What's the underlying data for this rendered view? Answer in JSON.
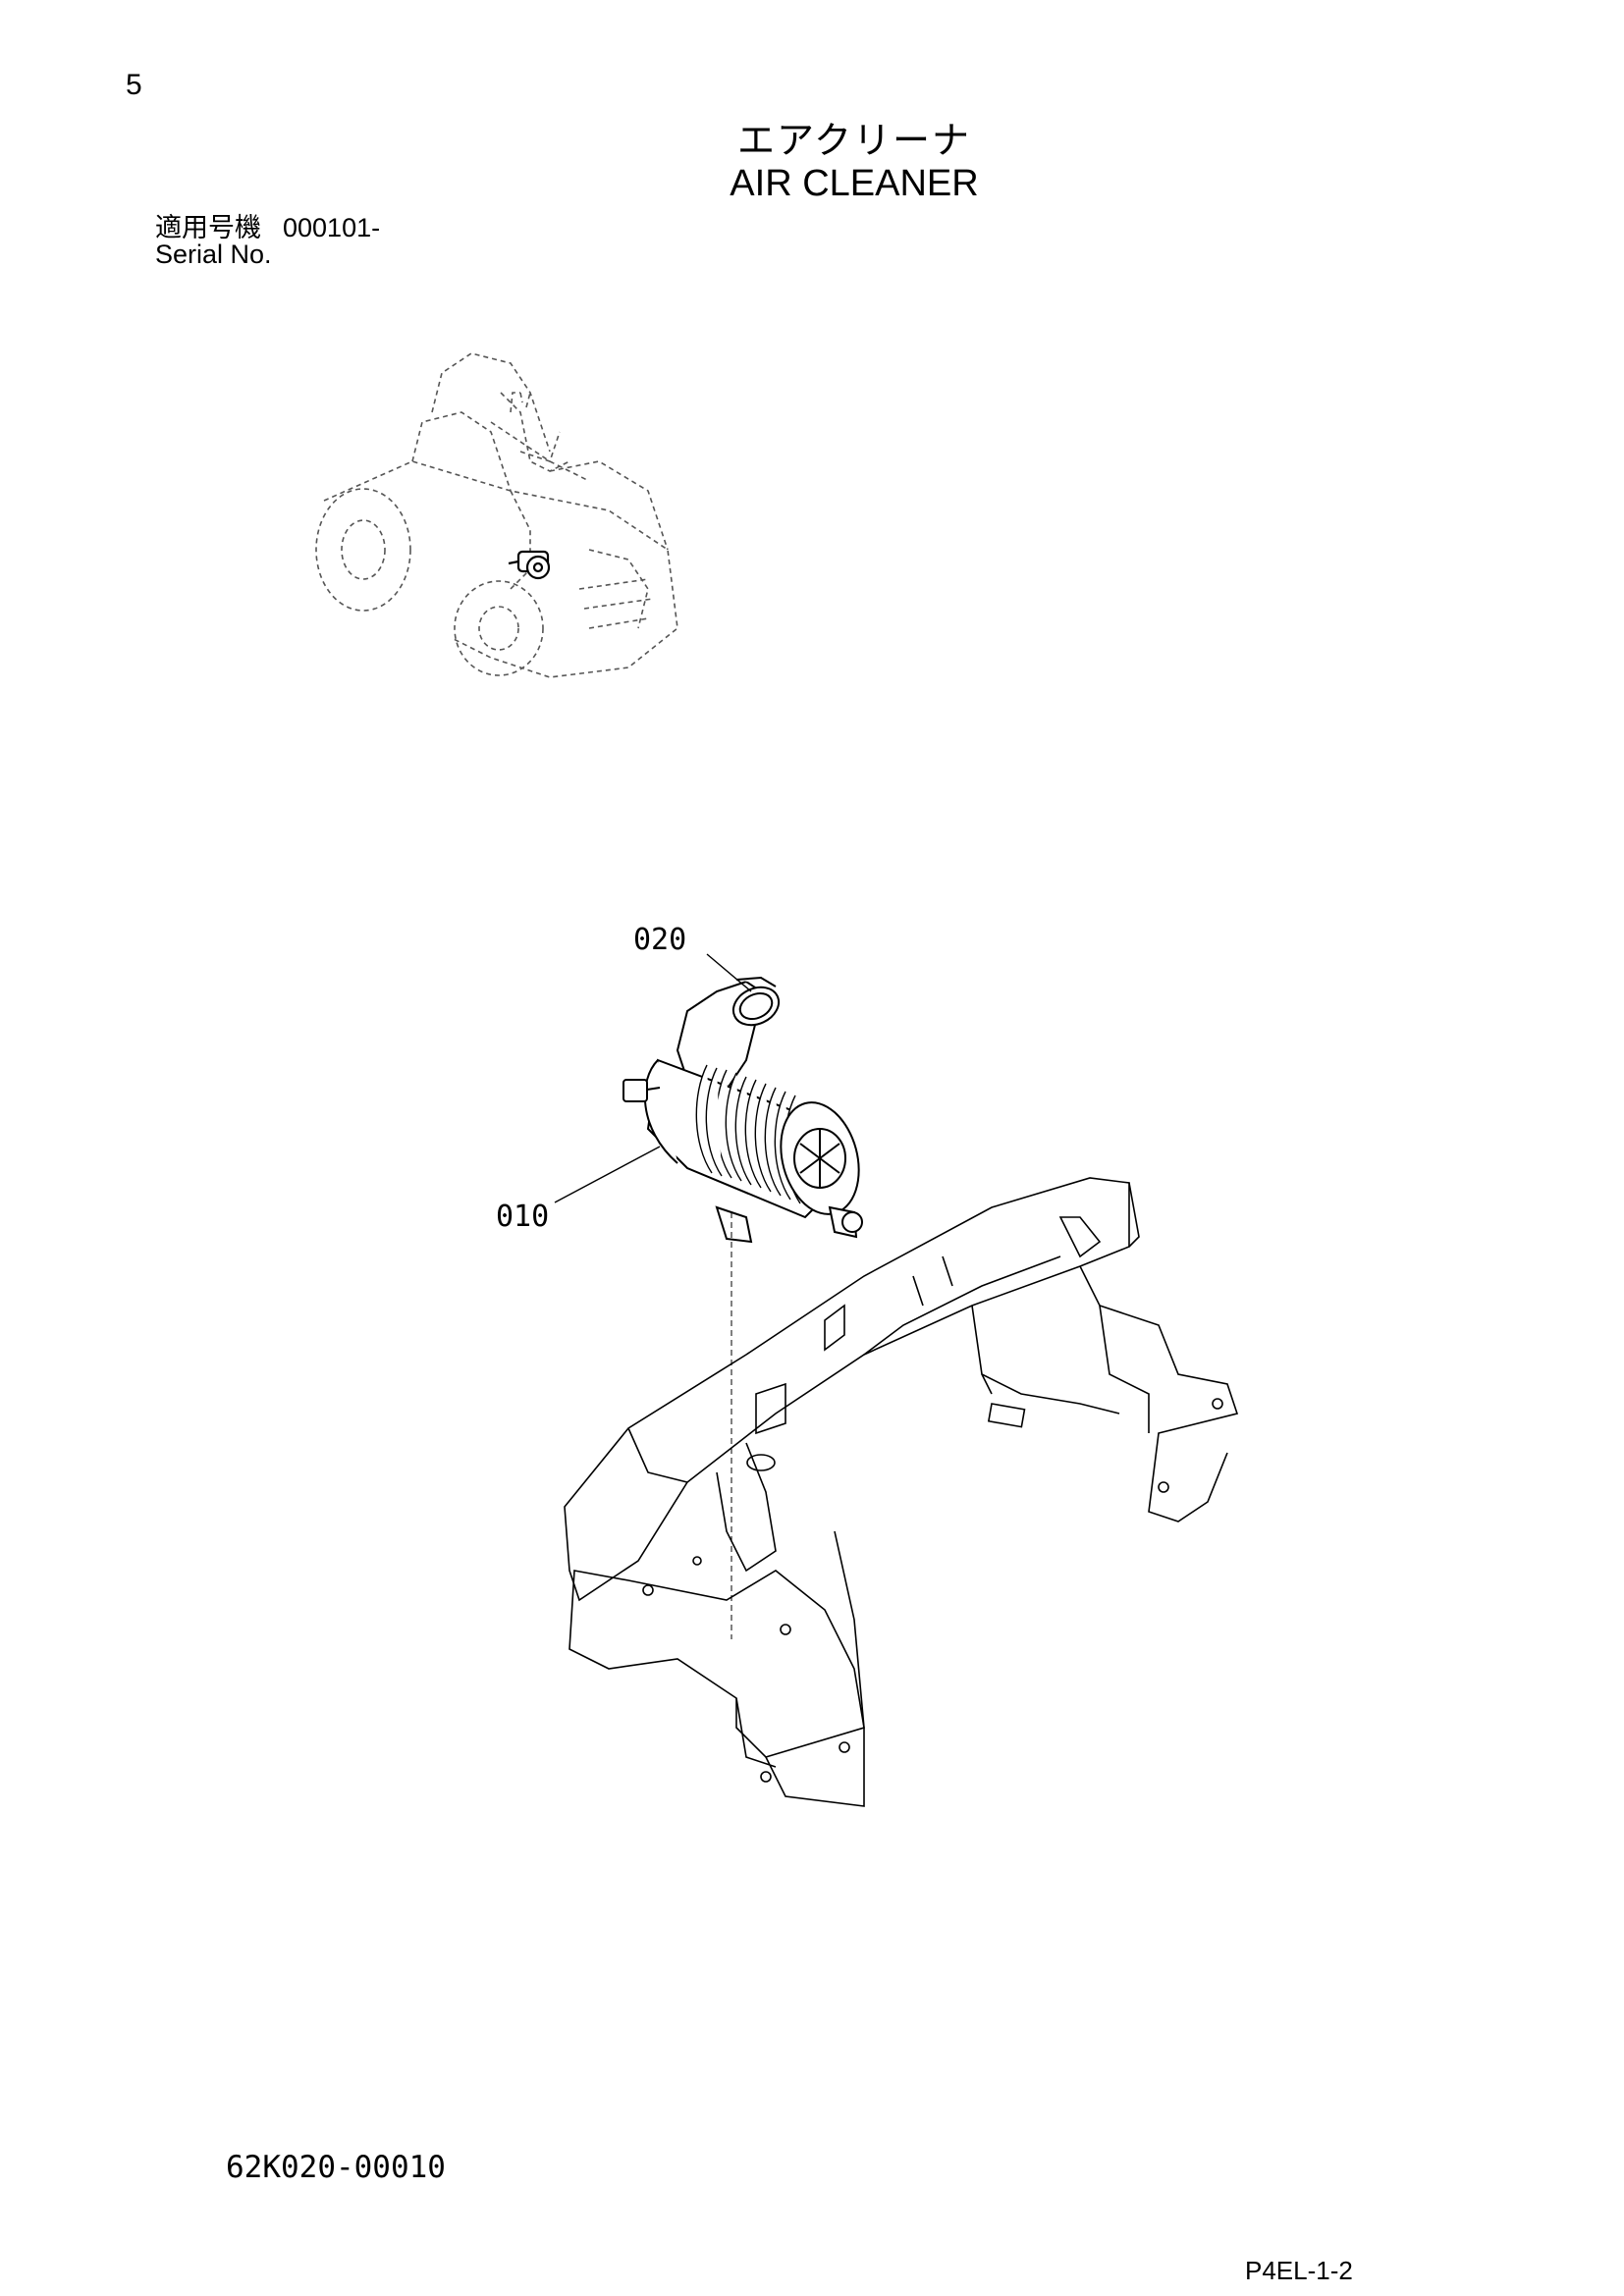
{
  "page": {
    "number": "5",
    "title_jp": "エアクリーナ",
    "title_en": "AIR CLEANER",
    "serial_label_jp": "適用号機",
    "serial_value": "000101-",
    "serial_label_en": "Serial No."
  },
  "callouts": [
    {
      "id": "020"
    },
    {
      "id": "010"
    }
  ],
  "footer": {
    "drawing_number": "62K020-00010",
    "page_code": "P4EL-1-2"
  }
}
